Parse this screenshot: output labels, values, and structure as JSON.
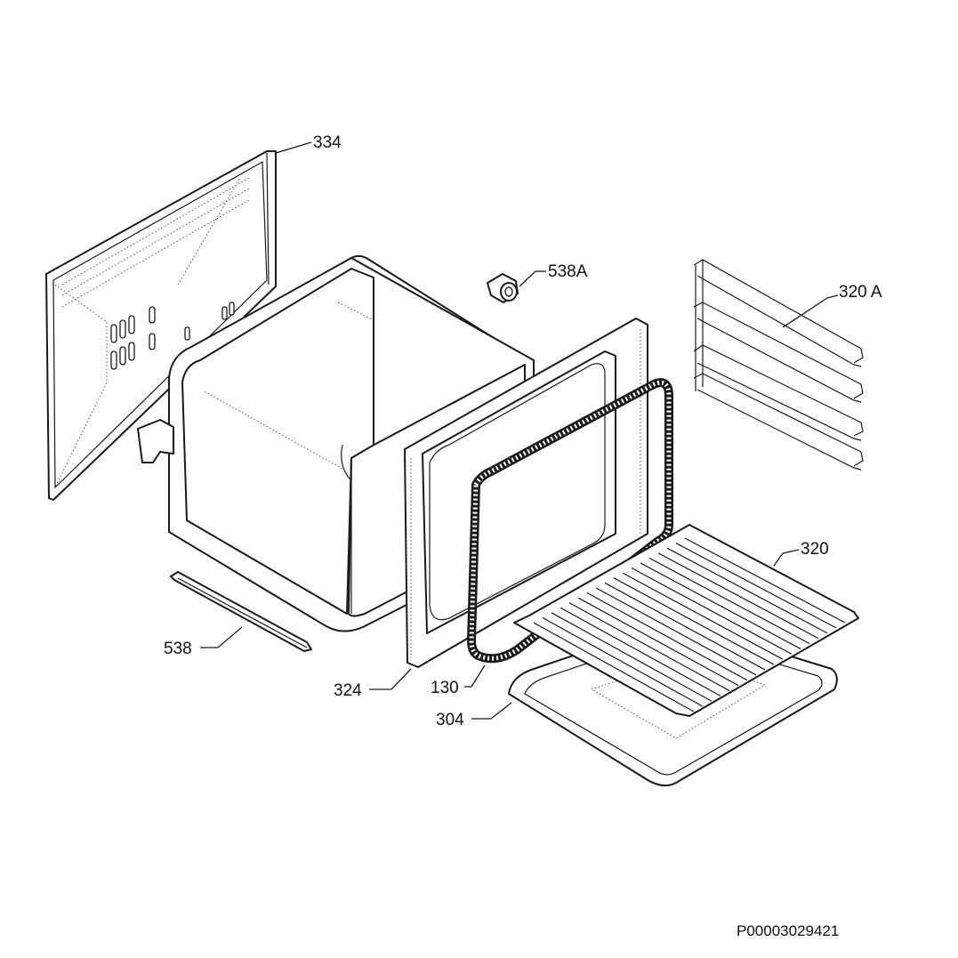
{
  "diagram": {
    "parts": [
      {
        "id": "334",
        "label": "334",
        "name": "rear-panel"
      },
      {
        "id": "538A",
        "label": "538A",
        "name": "bushing"
      },
      {
        "id": "320A",
        "label": "320 A",
        "name": "side-shelf-rails"
      },
      {
        "id": "320",
        "label": "320",
        "name": "wire-shelf-rack"
      },
      {
        "id": "538",
        "label": "538",
        "name": "rail-bar"
      },
      {
        "id": "324",
        "label": "324",
        "name": "front-frame"
      },
      {
        "id": "130",
        "label": "130",
        "name": "door-gasket"
      },
      {
        "id": "304",
        "label": "304",
        "name": "baking-tray"
      }
    ],
    "drawing_code": "P00003029421"
  }
}
